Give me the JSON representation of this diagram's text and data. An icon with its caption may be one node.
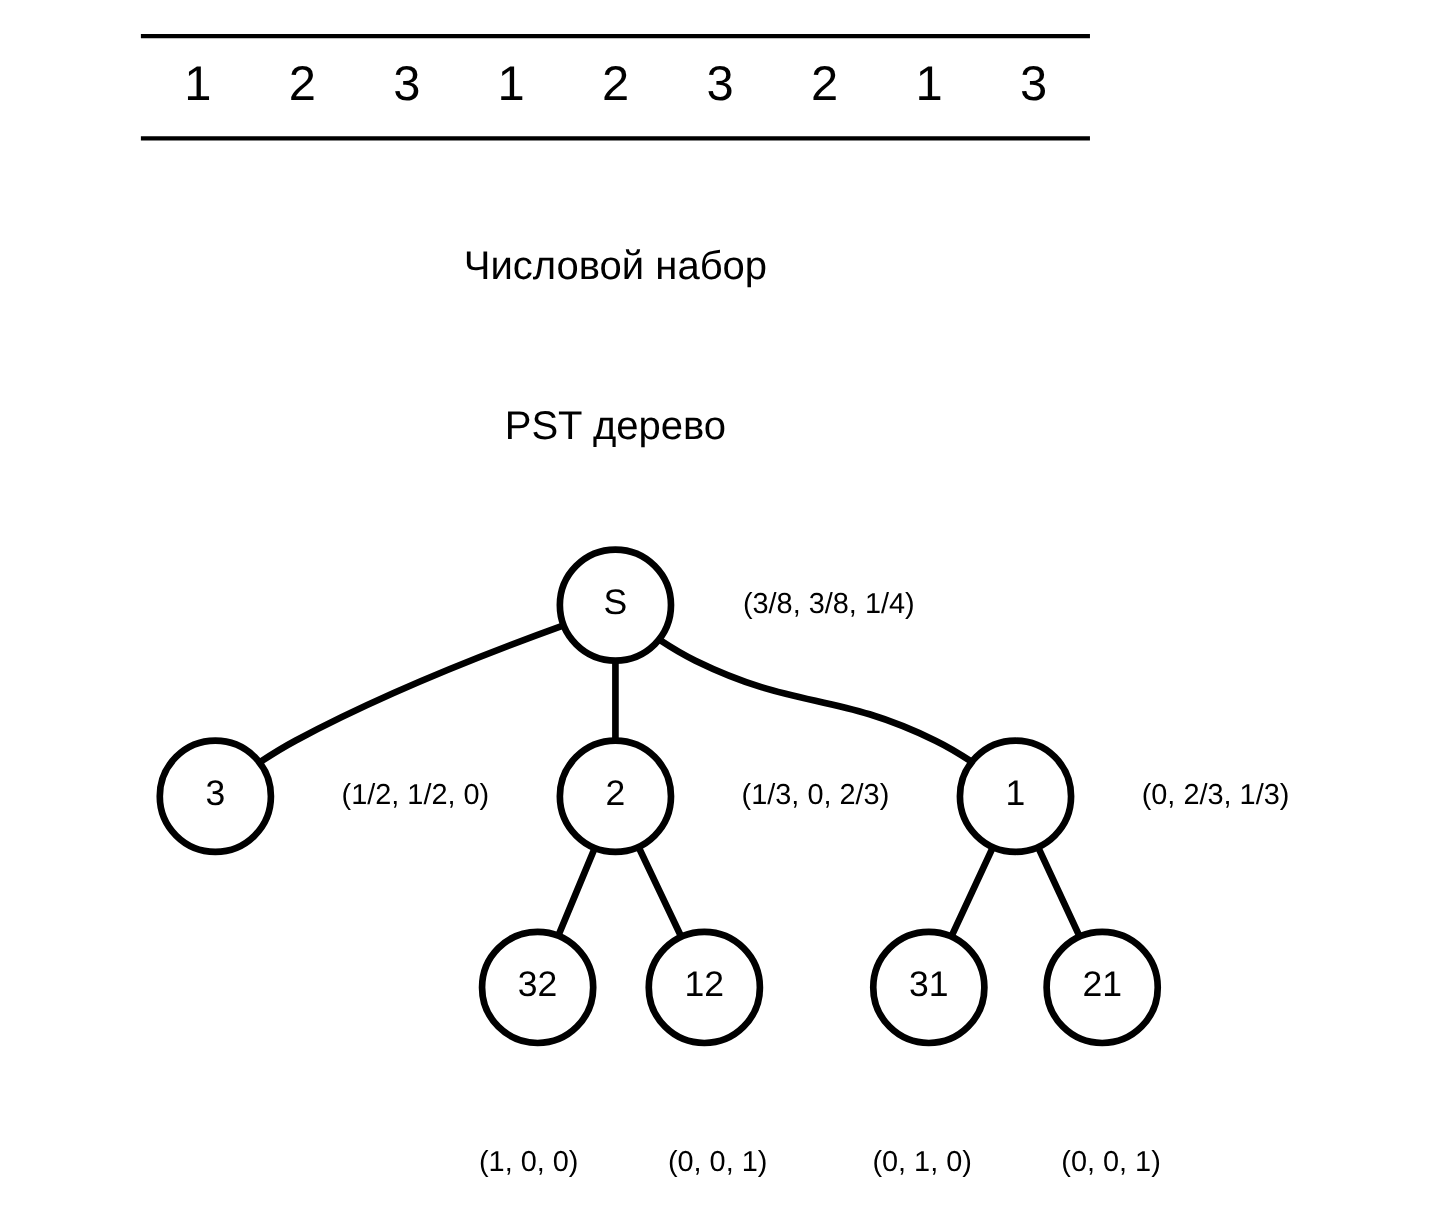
{
  "diagram": {
    "nodes": [
      {
        "text": [
          "S"
        ],
        "beside": [
          "(3/8, 3/8, 1/4)"
        ]
      },
      {
        "text": [
          "3"
        ],
        "beside": [
          "(1/2, 1/2, 0)"
        ]
      },
      {
        "text": [
          "2"
        ],
        "beside": [
          "(1/3, 0, 2/3)"
        ]
      },
      {
        "text": [
          "1"
        ],
        "beside": [
          "(0, 2/3, 1/3)"
        ]
      },
      {
        "text": [
          "32"
        ],
        "beside": [
          "(1, 0, 0)"
        ]
      },
      {
        "text": [
          "12"
        ],
        "beside": [
          "(0, 0, 1)"
        ]
      },
      {
        "text": [
          "31"
        ],
        "beside": [
          "(0, 1, 0)"
        ]
      },
      {
        "text": [
          "21"
        ],
        "beside": [
          "(0, 0, 1)"
        ]
      }
    ],
    "edges": [
      {
        "from": 0,
        "to": 1,
        "arrow": "none"
      },
      {
        "from": 0,
        "to": 2,
        "arrow": "none"
      },
      {
        "from": 0,
        "to": 3,
        "arrow": "none"
      },
      {
        "from": 2,
        "to": 4,
        "arrow": "none"
      },
      {
        "from": 2,
        "to": 5,
        "arrow": "none"
      },
      {
        "from": 3,
        "to": 6,
        "arrow": "none"
      },
      {
        "from": 3,
        "to": 7,
        "arrow": "none"
      }
    ],
    "labels": [
      "1",
      "2",
      "3",
      "1",
      "2",
      "3",
      "2",
      "1",
      "3",
      "Числовой набор",
      "PST дерево"
    ]
  }
}
